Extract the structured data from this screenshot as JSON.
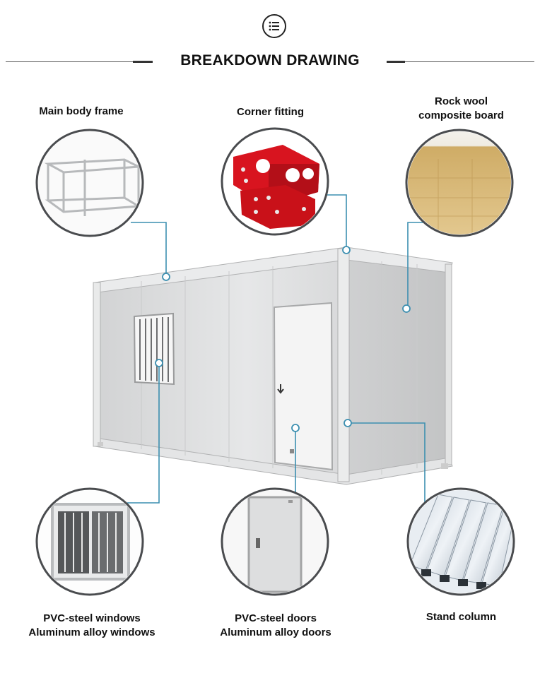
{
  "header": {
    "menu_icon": "list-menu-icon",
    "title": "BREAKDOWN DRAWING"
  },
  "components": {
    "main_body_frame": "Main body frame",
    "corner_fitting": "Corner fitting",
    "rock_wool_line1": "Rock wool",
    "rock_wool_line2": "composite board",
    "windows_line1": "PVC-steel windows",
    "windows_line2": "Aluminum alloy windows",
    "doors_line1": "PVC-steel doors",
    "doors_line2": "Aluminum alloy doors",
    "stand_column": "Stand column"
  },
  "colors": {
    "callout_line": "#3c8fb0",
    "corner_fitting": "#d8141f",
    "rock_wool": "#d9b878",
    "panel": "#d9dadb"
  }
}
